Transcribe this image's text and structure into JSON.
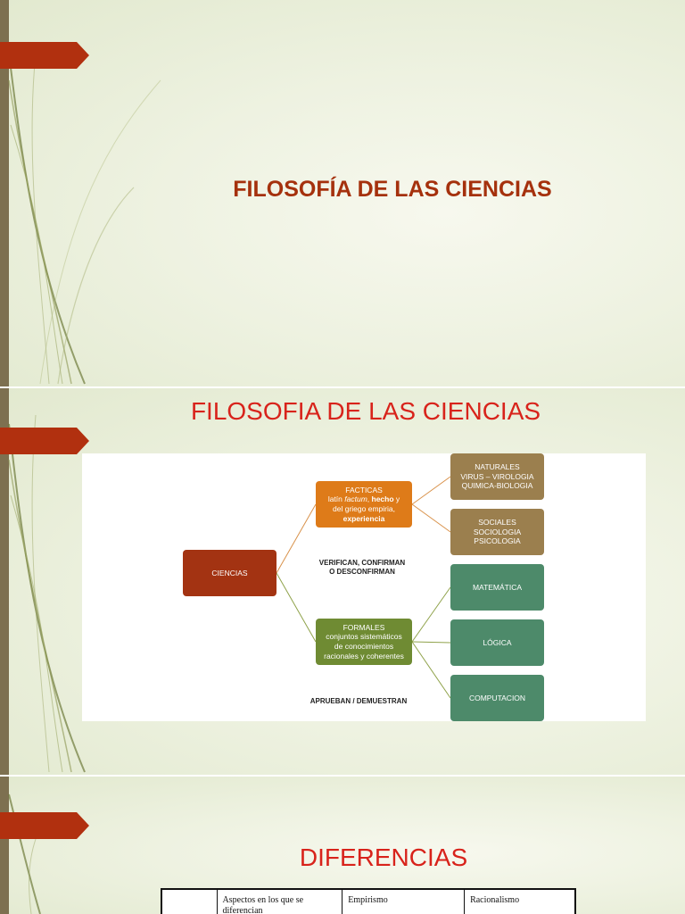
{
  "slide1": {
    "title": "FILOSOFÍA DE LAS CIENCIAS"
  },
  "slide2": {
    "title": "FILOSOFIA DE LAS CIENCIAS",
    "diagram": {
      "root": "CIENCIAS",
      "facticas": {
        "label": "FACTICAS",
        "desc_line1_pre": "latín ",
        "desc_line1_italic": "factum",
        "desc_line1_mid": ", ",
        "desc_line1_bold": "hecho",
        "desc_line1_post": " y",
        "desc_line2": "del griego empiria,",
        "desc_line3": "experiencia"
      },
      "formales": {
        "label": "FORMALES",
        "desc_line1": "conjuntos sistemáticos",
        "desc_line2": "de conocimientos",
        "desc_line3": "racionales y coherentes"
      },
      "naturales": {
        "line1": "NATURALES",
        "line2": "VIRUS – VIROLOGIA",
        "line3": "QUIMICA-BIOLOGIA"
      },
      "sociales": {
        "line1": "SOCIALES",
        "line2": "SOCIOLOGIA",
        "line3": "PSICOLOGIA"
      },
      "matematica": "MATEMÁTICA",
      "logica": "LÓGICA",
      "computacion": "COMPUTACION",
      "verifican_line1": "VERIFICAN, CONFIRMAN",
      "verifican_line2": "O DESCONFIRMAN",
      "aprueban": "APRUEBAN / DEMUESTRAN"
    }
  },
  "slide3": {
    "title": "DIFERENCIAS",
    "table_headers": [
      "",
      "Aspectos en los que se diferencian",
      "Empirismo",
      "Racionalismo"
    ]
  },
  "colors": {
    "accent_red": "#b1300f",
    "title_red": "#d8231b",
    "dark_title": "#a5310d",
    "left_bar": "#7d7050",
    "facticas": "#de7b19",
    "formales": "#6f8b33",
    "brown_box": "#9b7f4e",
    "green_box": "#4d8a6a"
  }
}
